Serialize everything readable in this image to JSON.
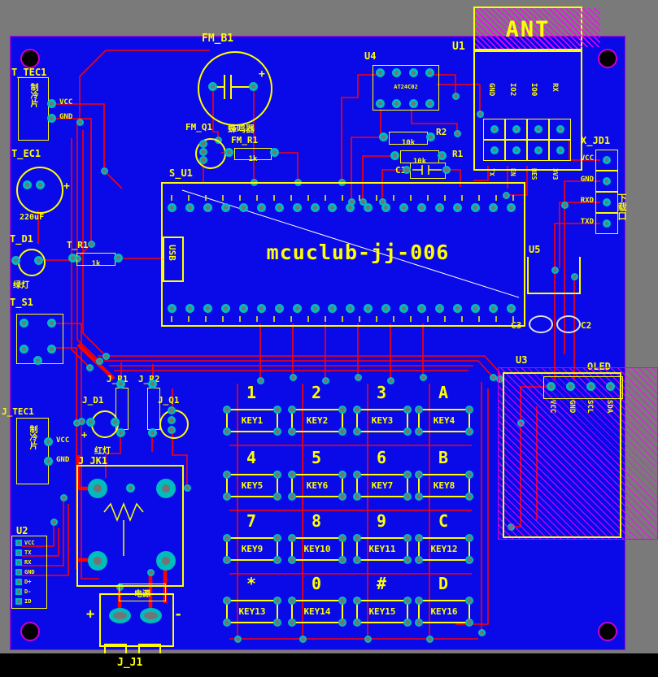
{
  "app": {
    "type": "pcb-layout-view"
  },
  "colors": {
    "background": "#7a7a7a",
    "board": "#0a0ae8",
    "trace": "#ff0000",
    "silkscreen": "#ffff00",
    "pad_ring": "#00bcbc",
    "pad_hole": "#747474",
    "keepout_hatch": "#ff00ff",
    "ratsnest": "#ffffff"
  },
  "board": {
    "name_text": "mcuclub-jj-006"
  },
  "components": {
    "t_tec1": {
      "ref": "T_TEC1",
      "pins": [
        "VCC",
        "GND"
      ],
      "cn": "制冷片"
    },
    "t_ec1": {
      "ref": "T_EC1",
      "value": "220uF",
      "polarity": "+"
    },
    "t_d1": {
      "ref": "T_D1",
      "cn": "绿灯"
    },
    "t_r1": {
      "ref": "T_R1",
      "value": "1k"
    },
    "t_s1": {
      "ref": "T_S1"
    },
    "fm_b1": {
      "ref": "FM_B1",
      "polarity": "+"
    },
    "fm_q1": {
      "ref": "FM_Q1",
      "cn": "蜂鸣器"
    },
    "fm_r1": {
      "ref": "FM_R1",
      "value": "1k"
    },
    "u4": {
      "ref": "U4",
      "part": "AT24C02"
    },
    "r2": {
      "ref": "R2",
      "value": "10k"
    },
    "r1": {
      "ref": "R1",
      "value": "10k"
    },
    "c1": {
      "ref": "C1"
    },
    "u1": {
      "ref": "U1",
      "ant": "ANT",
      "pins_top": [
        "GND",
        "IO2",
        "IO0",
        "RX"
      ],
      "pins_bottom": [
        "TX",
        "EN",
        "RES",
        "3V3"
      ]
    },
    "x_jd1": {
      "ref": "X_JD1",
      "pins": [
        "VCC",
        "GND",
        "RXD",
        "TXD"
      ],
      "cn": "下载口"
    },
    "s_u1": {
      "ref": "S_U1",
      "usb": "USB"
    },
    "u5": {
      "ref": "U5"
    },
    "c3": {
      "ref": "C3"
    },
    "c2": {
      "ref": "C2"
    },
    "u3": {
      "ref": "U3"
    },
    "oled": {
      "ref": "OLED",
      "pins": [
        "VCC",
        "GND",
        "SCL",
        "SDA"
      ]
    },
    "j_r1": {
      "ref": "J_R1"
    },
    "j_r2": {
      "ref": "J_R2"
    },
    "j_d1": {
      "ref": "J_D1",
      "polarity": "+",
      "cn": "红灯"
    },
    "j_q1": {
      "ref": "J_Q1"
    },
    "j_tec1": {
      "ref": "J_TEC1",
      "pins": [
        "VCC",
        "GND"
      ],
      "cn": "制冷片"
    },
    "j_jk1": {
      "ref": "J_JK1"
    },
    "u2": {
      "ref": "U2",
      "pins": [
        "VCC",
        "TX",
        "RX",
        "GND",
        "D+",
        "D-",
        "ID"
      ]
    },
    "j_j1": {
      "ref": "J_J1",
      "plus": "+",
      "minus": "-",
      "cn": "电源"
    }
  },
  "keypad": {
    "keys": [
      {
        "num": "1",
        "label": "KEY1"
      },
      {
        "num": "2",
        "label": "KEY2"
      },
      {
        "num": "3",
        "label": "KEY3"
      },
      {
        "num": "A",
        "label": "KEY4"
      },
      {
        "num": "4",
        "label": "KEY5"
      },
      {
        "num": "5",
        "label": "KEY6"
      },
      {
        "num": "6",
        "label": "KEY7"
      },
      {
        "num": "B",
        "label": "KEY8"
      },
      {
        "num": "7",
        "label": "KEY9"
      },
      {
        "num": "8",
        "label": "KEY10"
      },
      {
        "num": "9",
        "label": "KEY11"
      },
      {
        "num": "C",
        "label": "KEY12"
      },
      {
        "num": "*",
        "label": "KEY13"
      },
      {
        "num": "0",
        "label": "KEY14"
      },
      {
        "num": "#",
        "label": "KEY15"
      },
      {
        "num": "D",
        "label": "KEY16"
      }
    ]
  }
}
